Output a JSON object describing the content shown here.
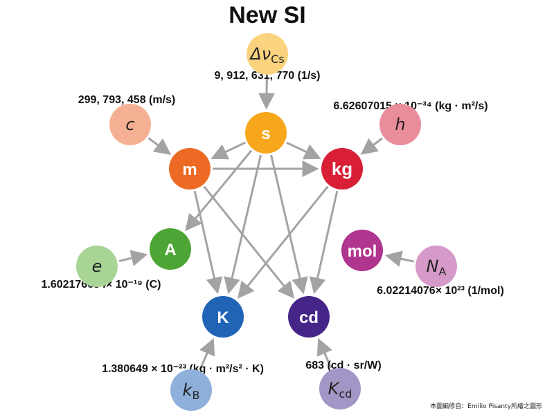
{
  "title": "New SI",
  "units": {
    "s": {
      "label": "s",
      "color": "#f6a71b"
    },
    "m": {
      "label": "m",
      "color": "#ec6a23"
    },
    "kg": {
      "label": "kg",
      "color": "#d81f36"
    },
    "A": {
      "label": "A",
      "color": "#4da535"
    },
    "mol": {
      "label": "mol",
      "color": "#b0358f"
    },
    "K": {
      "label": "K",
      "color": "#1f64b5"
    },
    "cd": {
      "label": "cd",
      "color": "#452688"
    }
  },
  "constants": {
    "dnu": {
      "symbol": "Δν",
      "subscript": "Cs",
      "value": "9, 912, 631, 770 (1/s)",
      "color": "#fbd37e"
    },
    "c": {
      "symbol": "c",
      "subscript": "",
      "value": "299, 793, 458 (m/s)",
      "color": "#f5b093"
    },
    "h": {
      "symbol": "h",
      "subscript": "",
      "value": "6.62607015 × 10⁻³⁴ (kg · m²/s)",
      "color": "#e98d9b"
    },
    "e": {
      "symbol": "e",
      "subscript": "",
      "value": "1.602176634× 10⁻¹⁹ (C)",
      "color": "#a8d596"
    },
    "NA": {
      "symbol": "N",
      "subscript": "A",
      "value": "6.02214076× 10²³ (1/mol)",
      "color": "#d69ac8"
    },
    "kB": {
      "symbol": "k",
      "subscript": "B",
      "value": "1.380649 × 10⁻²³ (kg · m²/s² · K)",
      "color": "#8eb0da"
    },
    "Kcd": {
      "symbol": "K",
      "subscript": "cd",
      "value": "683 (cd · sr/W)",
      "color": "#a296c6"
    }
  },
  "credit": "本圖編修自：Emilio Pisanty所繪之圖形"
}
